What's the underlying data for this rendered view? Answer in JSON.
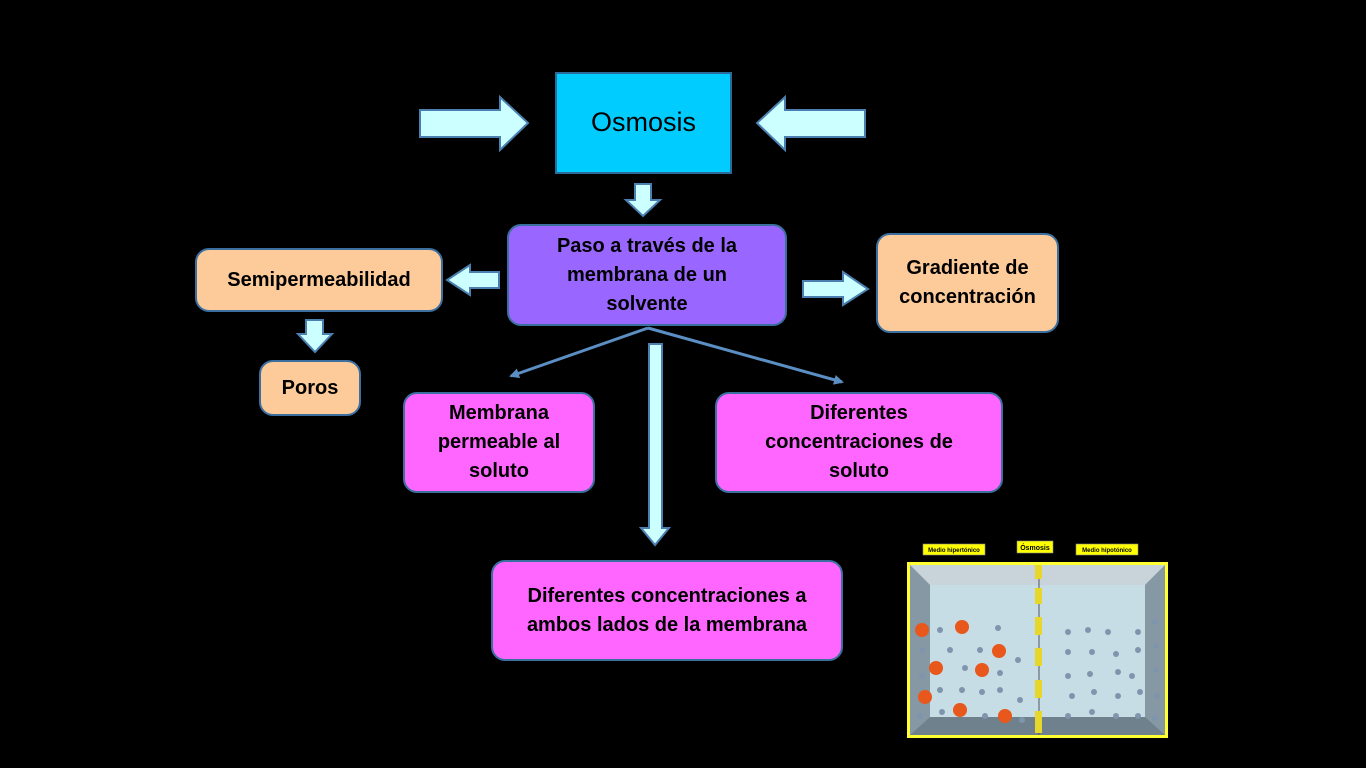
{
  "nodes": {
    "osmosis": "Osmosis",
    "paso": "Paso a través de la membrana de un solvente",
    "semipermeabilidad": "Semipermeabilidad",
    "gradiente": "Gradiente de concentración",
    "poros": "Poros",
    "membrana": "Membrana permeable al soluto",
    "diferentes_soluto": "Diferentes concentraciones de soluto",
    "diferentes_ambos": "Diferentes concentraciones a ambos lados de la membrana"
  },
  "illustration": {
    "label_left": "Medio hipertónico",
    "label_center": "Ósmosis",
    "label_right": "Medio hipotónico"
  },
  "colors": {
    "title_box": "#00ccff",
    "central_box": "#9966ff",
    "peach_boxes": "#fdcb99",
    "pink_boxes": "#ff66ff",
    "block_arrows": "#ccffff",
    "line_arrows": "#5b8ec2",
    "background": "#000000"
  },
  "icons": [
    "block-arrow-right",
    "block-arrow-left",
    "block-arrow-down",
    "line-arrow"
  ]
}
